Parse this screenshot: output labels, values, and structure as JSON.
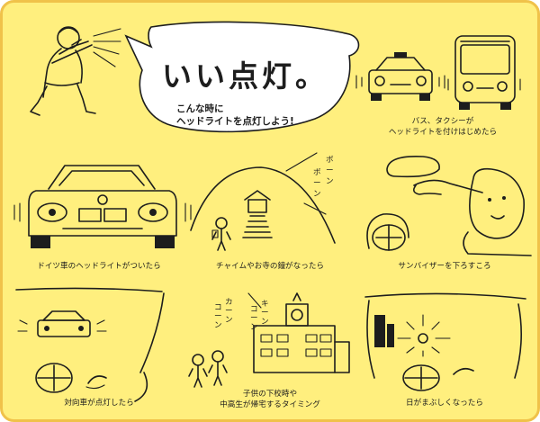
{
  "title": {
    "main": "いい点灯。",
    "sub_line1": "こんな時に",
    "sub_line2": "ヘッドライトを点灯しよう!"
  },
  "panels": [
    {
      "id": "bus-taxi",
      "caption_lines": [
        "バス、タクシーが",
        "ヘッドライトを付けはじめたら"
      ]
    },
    {
      "id": "german-car",
      "caption_lines": [
        "ドイツ車のヘッドライトがついたら"
      ]
    },
    {
      "id": "chime-bell",
      "caption_lines": [
        "チャイムやお寺の鐘がなったら"
      ],
      "sound_lines": [
        "ボ",
        "ー",
        "ン",
        "ボ",
        "ー",
        "ン"
      ]
    },
    {
      "id": "sun-visor",
      "caption_lines": [
        "サンバイザーを下ろすころ"
      ]
    },
    {
      "id": "oncoming-car",
      "caption_lines": [
        "対向車が点灯したら"
      ]
    },
    {
      "id": "school",
      "caption_lines": [
        "子供の下校時や",
        "中高生が帰宅するタイミング"
      ],
      "sound_lines": [
        "キ",
        "ー",
        "ン",
        "コ",
        "ー",
        "ン",
        "カ",
        "ー",
        "ン",
        "コ",
        "ー",
        "ン"
      ]
    },
    {
      "id": "sunset",
      "caption_lines": [
        "日がまぶしくなったら"
      ]
    }
  ],
  "colors": {
    "background": "#ffef7e",
    "ink": "#1d1d1d",
    "border": "#f0c24a"
  }
}
